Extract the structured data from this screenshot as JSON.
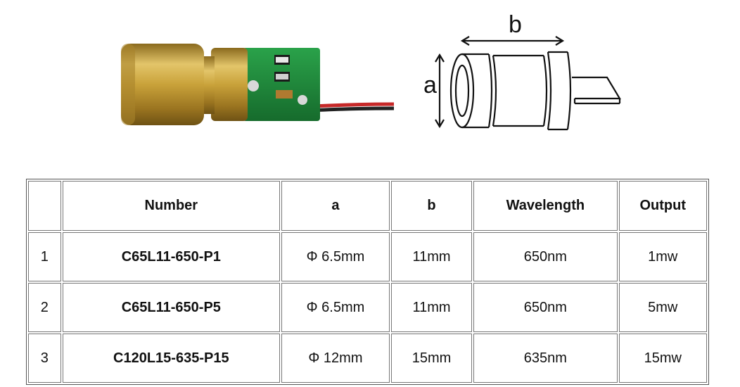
{
  "diagram": {
    "label_a": "a",
    "label_b": "b"
  },
  "table": {
    "headers": [
      "",
      "Number",
      "a",
      "b",
      "Wavelength",
      "Output"
    ],
    "rows": [
      [
        "1",
        "C65L11-650-P1",
        "Φ 6.5mm",
        "11mm",
        "650nm",
        "1mw"
      ],
      [
        "2",
        "C65L11-650-P5",
        "Φ 6.5mm",
        "11mm",
        "650nm",
        "5mw"
      ],
      [
        "3",
        "C120L15-635-P15",
        "Φ 12mm",
        "15mm",
        "635nm",
        "15mw"
      ]
    ]
  },
  "colors": {
    "brass": "#c9a23a",
    "pcb": "#1f8a3a",
    "wire_red": "#c62828",
    "wire_black": "#222222"
  }
}
